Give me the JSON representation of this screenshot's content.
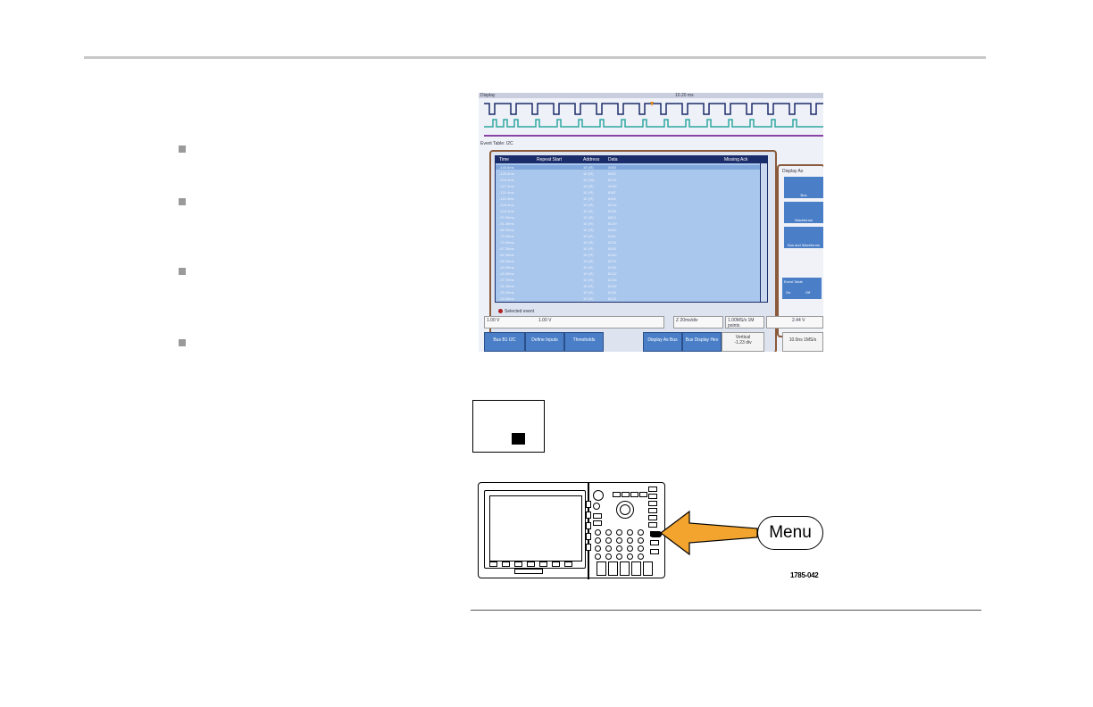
{
  "scope": {
    "header_left": "Display",
    "header_right": "10.20 ms",
    "table_title": "Event Table: I2C",
    "columns": [
      "Time",
      "Repeat Start",
      "Address",
      "Data",
      "Missing Ack"
    ],
    "rows": [
      [
        "-145.6ms",
        "",
        "1E (R)",
        "0000"
      ],
      [
        "-139.6ms",
        "",
        "1E (R)",
        "8002"
      ],
      [
        "-133.4ms",
        "",
        "1E (W)",
        "8C31"
      ],
      [
        "-127.4ms",
        "",
        "1E (R)",
        "4C82"
      ],
      [
        "-121.4ms",
        "",
        "1E (R)",
        "8387"
      ],
      [
        "-115.4ms",
        "",
        "1E (R)",
        "8452"
      ],
      [
        "-109.4ms",
        "",
        "1E (R)",
        "8C34"
      ],
      [
        "-103.4ms",
        "",
        "1E (R)",
        "8C81"
      ],
      [
        "-97.39ms",
        "",
        "1E (R)",
        "8813"
      ],
      [
        "-91.39ms",
        "",
        "1E (R)",
        "8C09"
      ],
      [
        "-85.39ms",
        "",
        "1E (R)",
        "8A02"
      ],
      [
        "-79.39ms",
        "",
        "1E (R)",
        "8181"
      ],
      [
        "-73.39ms",
        "",
        "1E (R)",
        "8C51"
      ],
      [
        "-67.39ms",
        "",
        "1E (R)",
        "8003"
      ],
      [
        "-61.39ms",
        "",
        "1E (R)",
        "8C82"
      ],
      [
        "-55.39ms",
        "",
        "1E (R)",
        "8C01"
      ],
      [
        "-49.39ms",
        "",
        "1E (R)",
        "8C81"
      ],
      [
        "-43.39ms",
        "",
        "1E (R)",
        "8C32"
      ],
      [
        "-37.39ms",
        "",
        "1E (R)",
        "8C54"
      ],
      [
        "-31.39ms",
        "",
        "1E (R)",
        "8C82"
      ],
      [
        "-25.39ms",
        "",
        "1E (R)",
        "8C81"
      ],
      [
        "-19.39ms",
        "",
        "1E (R)",
        "8C51"
      ]
    ],
    "table_footer": "Selected event",
    "side_title": "Display As",
    "side_options": [
      "Bus",
      "Waveforms",
      "Bus and Waveforms"
    ],
    "event_table_label": "Event Table",
    "event_on": "On",
    "event_off": "Off",
    "status": {
      "ch1": "1.00 V",
      "ch2": "1.00 V",
      "timebase": "Z 20ms/div",
      "record": "1.00MS/s 1M points",
      "trigger": "2.44 V"
    },
    "buttons": {
      "bus": "Bus B1 I2C",
      "define": "Define Inputs",
      "thresholds": "Thresholds",
      "display_as": "Display As Bus",
      "bus_display": "Bus Display Hex",
      "vertical": "Vertical",
      "vertical_val": "-1.23 div",
      "trigger_info": "10.0ns 1MS/s"
    },
    "colors": {
      "ch1": "#e9d829",
      "ch2": "#2ec1c6",
      "bus": "#8a43a8",
      "accent": "#4a7fc8"
    }
  },
  "callout": {
    "label": "Menu"
  },
  "figure_number": "1785-042",
  "front_panel": {
    "highlight_icon": "menu-button-icon"
  }
}
